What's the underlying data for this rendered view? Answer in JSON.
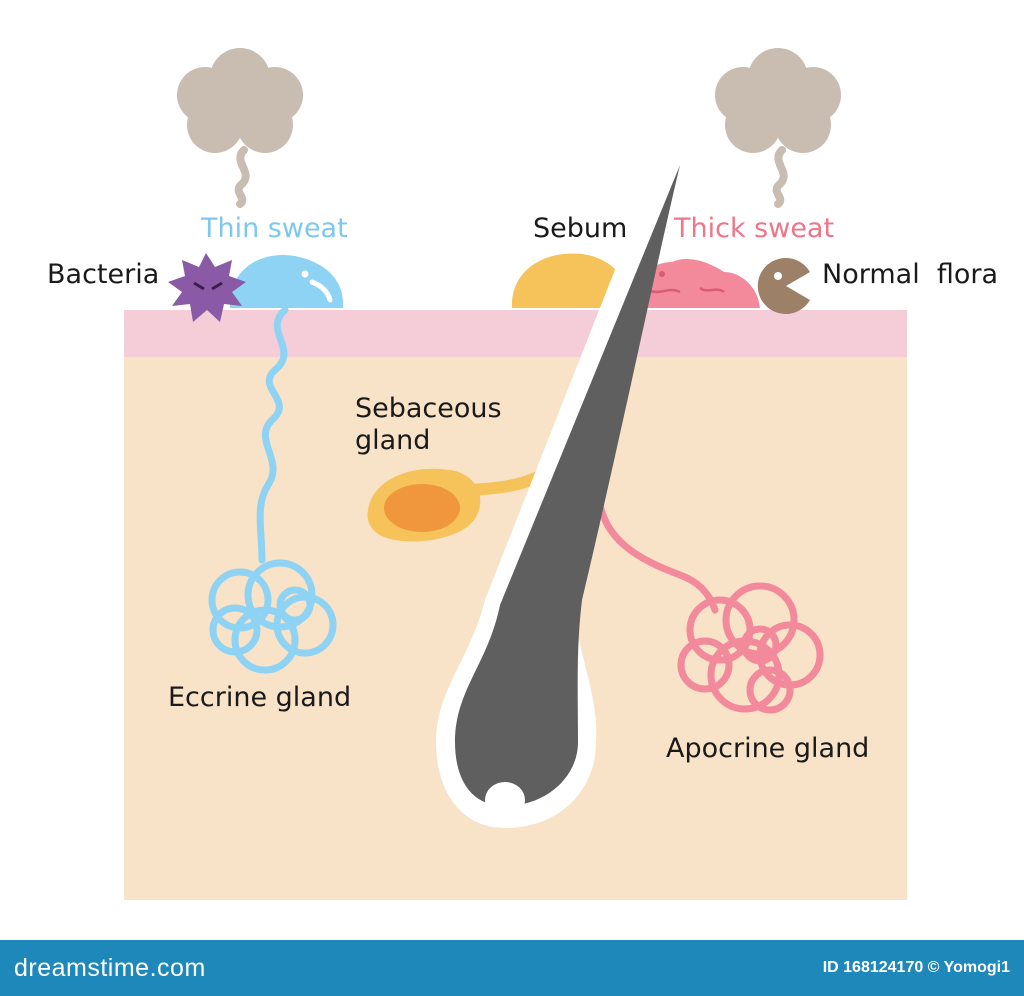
{
  "labels": {
    "thin_sweat": "Thin sweat",
    "thick_sweat": "Thick sweat",
    "sebum": "Sebum",
    "bacteria": "Bacteria",
    "normal_flora": "Normal  flora",
    "sebaceous_line1": "Sebaceous",
    "sebaceous_line2": "gland",
    "eccrine_gland": "Eccrine gland",
    "apocrine_gland": "Apocrine gland"
  },
  "footer": {
    "logo": "dreamstime.com",
    "image_id": "ID 168124170 © Yomogi1"
  },
  "colors": {
    "thin_sweat": "#8fd3f4",
    "thick_sweat": "#f28a9c",
    "sebum": "#f5c35a",
    "dermis": "#f9e3c8",
    "epidermis": "#f5cdd8",
    "hair": "#5f5f5f",
    "odor_cloud": "#c9bcb0",
    "bacteria": "#8b5aa6",
    "normal_flora": "#9c8068",
    "footer": "#1e88bb"
  }
}
